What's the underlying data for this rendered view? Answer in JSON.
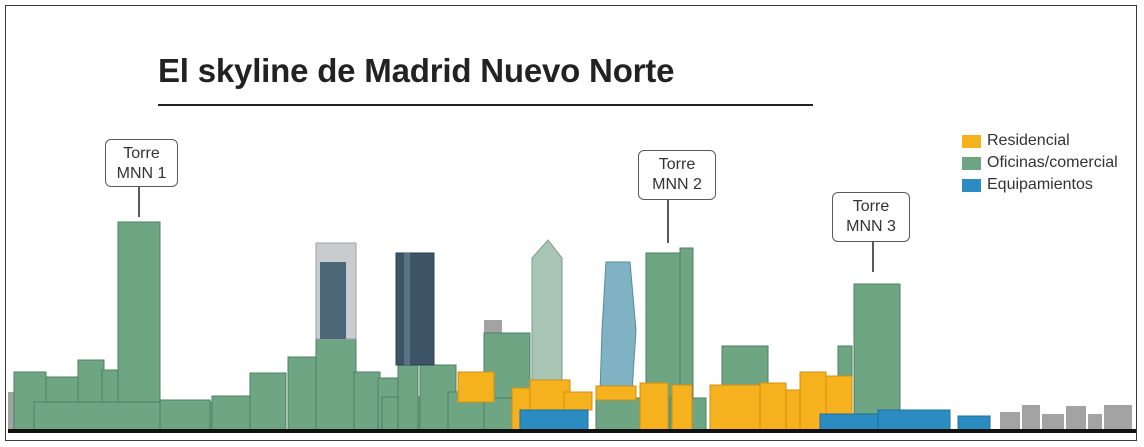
{
  "title": "El skyline de Madrid Nuevo Norte",
  "towers": [
    {
      "line1": "Torre",
      "line2": "MNN 1"
    },
    {
      "line1": "Torre",
      "line2": "MNN 2"
    },
    {
      "line1": "Torre",
      "line2": "MNN 3"
    }
  ],
  "legend": [
    {
      "label": "Residencial",
      "color": "#f5b21e"
    },
    {
      "label": "Oficinas/comercial",
      "color": "#6ea583"
    },
    {
      "label": "Equipamientos",
      "color": "#2a8cc0"
    }
  ],
  "colors": {
    "residential": "#f5b21e",
    "office": "#6ea583",
    "equipment": "#2a8cc0",
    "existing_dark": "#3d5566",
    "existing_grey": "#a3a3a3",
    "ground": "#111111"
  }
}
